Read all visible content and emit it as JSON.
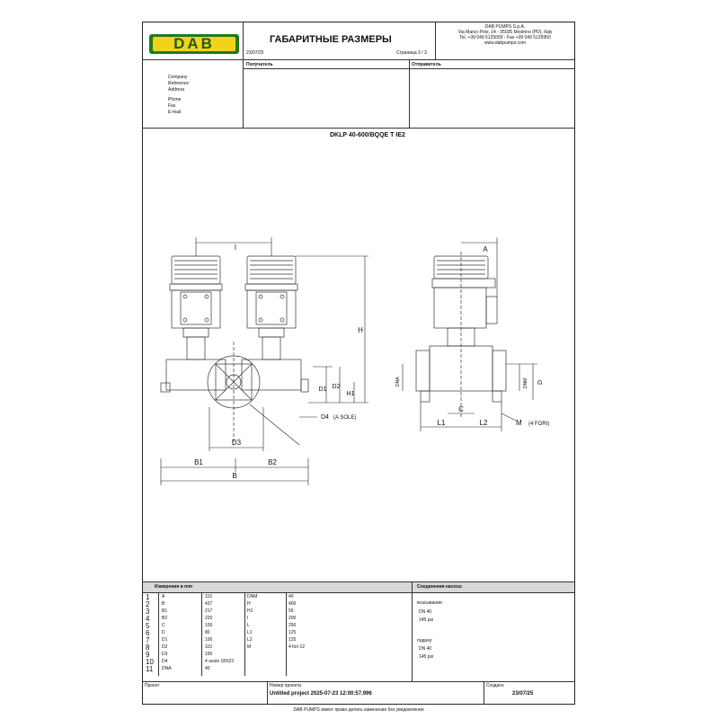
{
  "header": {
    "logo_text": "DAB",
    "title": "ГАБАРИТНЫЕ РАЗМЕРЫ",
    "date": "23/07/25",
    "page": "Страница 3 / 3",
    "company_name": "DAB PUMPS S.p.A.",
    "company_address": "Via Marco Polo, 14 - 35035 Mestrino (PD), Italy",
    "company_phone": "Tel. +39 049 5125000 - Fax +39 049 5125950",
    "company_web": "www.dabpumps.com"
  },
  "parties": {
    "recipient_label": "Получатель",
    "sender_label": "Отправитель",
    "fields": [
      "Company",
      "Reference",
      "Address",
      "Phone",
      "Fax",
      "E-mail"
    ]
  },
  "product": {
    "model": "DKLP 40-600/BQQE T IE2"
  },
  "drawing": {
    "front_labels": {
      "I": "I",
      "H": "H",
      "D1": "D1",
      "D2": "D2",
      "H1": "H1",
      "D4": "D4",
      "D4_note": "(A SOLE)",
      "D3": "D3",
      "B1": "B1",
      "B2": "B2",
      "B": "B"
    },
    "side_labels": {
      "A": "A",
      "DNA": "DNA",
      "DNM": "DNM",
      "D": "D",
      "C": "C",
      "L1": "L1",
      "L2": "L2",
      "M": "M",
      "M_note": "(4 FORI)"
    }
  },
  "dimensions": {
    "heading": "Измерения в  mm",
    "row_numbers": [
      "1",
      "2",
      "3",
      "4",
      "5",
      "6",
      "7",
      "8",
      "9",
      "10",
      "11"
    ],
    "col1": [
      {
        "k": "A",
        "v": "110"
      },
      {
        "k": "B",
        "v": "437"
      },
      {
        "k": "B1",
        "v": "217"
      },
      {
        "k": "B2",
        "v": "220"
      },
      {
        "k": "C",
        "v": "100"
      },
      {
        "k": "D",
        "v": "80"
      },
      {
        "k": "D1",
        "v": "100"
      },
      {
        "k": "D2",
        "v": "110"
      },
      {
        "k": "D3",
        "v": "150"
      },
      {
        "k": "D4",
        "v": "4 asole 18X23"
      },
      {
        "k": "DNA",
        "v": "40"
      }
    ],
    "col2": [
      {
        "k": "DNM",
        "v": "40"
      },
      {
        "k": "H",
        "v": "400"
      },
      {
        "k": "H1",
        "v": "55"
      },
      {
        "k": "I",
        "v": "200"
      },
      {
        "k": "L",
        "v": "250"
      },
      {
        "k": "L1",
        "v": "125"
      },
      {
        "k": "L2",
        "v": "125"
      },
      {
        "k": "M",
        "v": "4 fori 12"
      }
    ]
  },
  "connections": {
    "heading": "Соединения насоса:",
    "suction_label": "всасывание:",
    "suction_dn": "DN 40",
    "suction_psi": "145 psi",
    "discharge_label": "подачу:",
    "discharge_dn": "DN 40",
    "discharge_psi": "145 psi"
  },
  "footer": {
    "project_label": "Проект",
    "project_number_label": "Номер проекта",
    "project_number": "Untitled project 2025-07-23 12:00:57.996",
    "created_label": "Создано",
    "created_value": "23/07/25",
    "disclaimer": "DAB PUMPS имеет право делать изменения без уведомления"
  },
  "colors": {
    "logo_bg": "#1f7a1f",
    "logo_yellow": "#f2d21b"
  }
}
